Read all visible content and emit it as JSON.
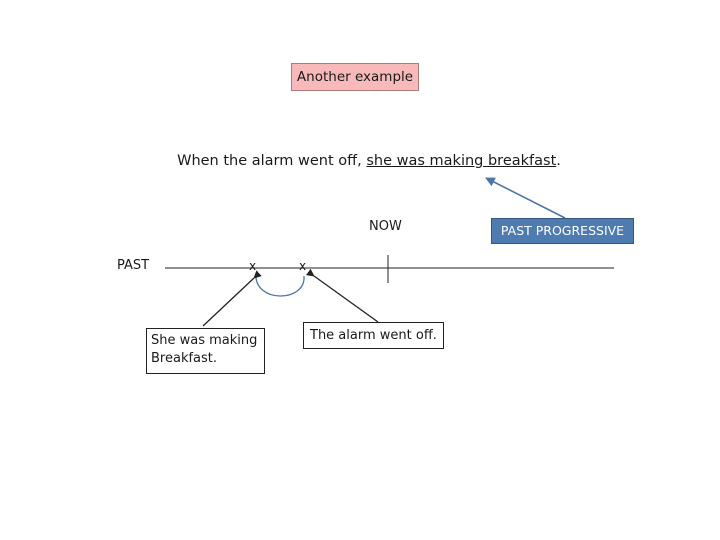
{
  "title": "Another example",
  "sentence": {
    "before": "When the alarm went off, ",
    "underlined": "she was making breakfast",
    "after": "."
  },
  "tense_label": "PAST PROGRESSIVE",
  "timeline": {
    "past_label": "PAST",
    "now_label": "NOW",
    "event_mark_1": "x",
    "event_mark_2": "x"
  },
  "callouts": {
    "ongoing_line1": "She was making",
    "ongoing_line2": "Breakfast.",
    "interruption": "The alarm went off."
  },
  "colors": {
    "title_fill": "#f7b9b9",
    "tense_fill": "#4f7cb0",
    "arrow_blue": "#4a75a8"
  }
}
